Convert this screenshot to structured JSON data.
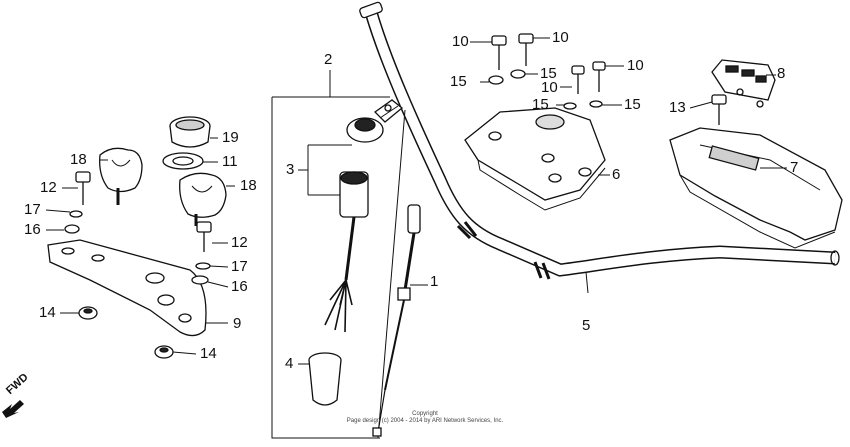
{
  "callouts": {
    "c1": "1",
    "c2": "2",
    "c3": "3",
    "c4": "4",
    "c5": "5",
    "c6": "6",
    "c7": "7",
    "c8": "8",
    "c9": "9",
    "c10a": "10",
    "c10b": "10",
    "c10c": "10",
    "c10d": "10",
    "c11": "11",
    "c12a": "12",
    "c12b": "12",
    "c13": "13",
    "c14a": "14",
    "c14b": "14",
    "c15a": "15",
    "c15b": "15",
    "c15c": "15",
    "c15d": "15",
    "c16a": "16",
    "c16b": "16",
    "c17a": "17",
    "c17b": "17",
    "c18a": "18",
    "c18b": "18",
    "c19": "19"
  },
  "direction_label": "FWD",
  "copyright": {
    "line1": "Copyright",
    "line2": "Page design (c) 2004 - 2014 by ARI Network Services, Inc."
  },
  "colors": {
    "ink": "#111111",
    "paper": "#ffffff",
    "shade": "#cfcfcf"
  }
}
